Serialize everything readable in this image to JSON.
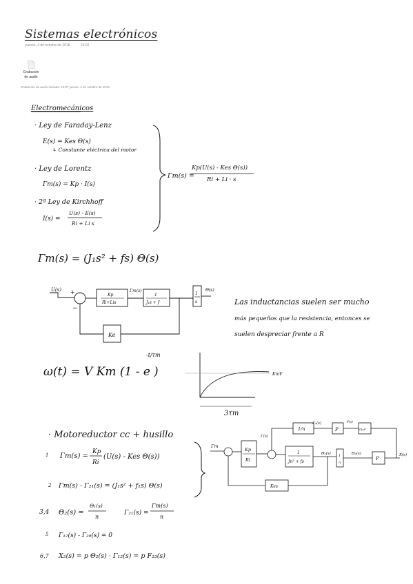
{
  "header": {
    "title": "Sistemas electrónicos",
    "date": "jueves, 4 de octubre de 2018",
    "time": "10:02"
  },
  "attachment": {
    "label_line1": "Grabación",
    "label_line2": "de audio",
    "icon": "audio-file-icon"
  },
  "recording_note": "Grabación de audio iniciada: 10:07 jueves, 4 de octubre de 2018",
  "notes": {
    "heading": "Electromecánicos",
    "faraday": "· Ley de Faraday-Lenz",
    "faraday_eq": "E(s) = Kes Θ(s)",
    "faraday_note": "↳ Constante eléctrica del motor",
    "lorentz": "· Ley de Lorentz",
    "lorentz_eq": "Γm(s) = Kp · I(s)",
    "kirchhoff": "· 2ª Ley de Kirchhoff",
    "kirchhoff_lhs": "I(s) =",
    "kirchhoff_num": "U(s) - E(s)",
    "kirchhoff_den": "Ri + Li s",
    "result_lhs": "Γm(s) =",
    "result_num": "Kp(U(s) - Kes Θ(s))",
    "result_den": "Ri + Li · s",
    "torque_eq": "Γm(s) = (J₁s² + fs) Θ(s)",
    "bd1_in": "U(s)",
    "bd1_plus": "+",
    "bd1_minus": "−",
    "bd1_block1_num": "Kp",
    "bd1_block1_den": "Ri+Lis",
    "bd1_gamma": "Γm(s)",
    "bd1_block2_num": "1",
    "bd1_block2_den": "J₁s + f",
    "bd1_block3_num": "1",
    "bd1_block3_den": "s",
    "bd1_out": "Θ(s)",
    "bd1_feedback": "Ke",
    "remark_line1": "Las inductancias suelen ser mucho",
    "remark_line2": "más pequeños que la resistencia, entonces se",
    "remark_line3": "suelen despreciar frente a R",
    "omega_eq": "ω(t) = V Km (1 - e",
    "omega_exp": "-t/τm",
    "graph_label": "KmV",
    "graph_xlabel": "3τm",
    "motor_title": "· Motoreductor cc + husillo",
    "eq1_num": "1",
    "eq1": "Γm(s) =",
    "eq1_frac_num": "Kp",
    "eq1_frac_den": "Ri",
    "eq1_rest": "(U(s) - Kes Θ(s))",
    "eq2_num": "2",
    "eq2": "Γm(s) - Γ₂₁(s) = (J₁s² + f₁s) Θ(s)",
    "eq34_num": "3,4",
    "eq34a_lhs": "Θ₂(s) =",
    "eq34a_num": "Θ₁(s)",
    "eq34a_den": "n",
    "eq34b_lhs": "Γ₂₁(s) =",
    "eq34b_num": "Γm(s)",
    "eq34b_den": "n",
    "eq5_num": "5",
    "eq5": "Γ₁₂(s) - Γ₂₈(s) = 0",
    "eq67_num": "6,7",
    "eq67": "X₂(s) = p Θ₂(s) · Γ₁₂(s) = p F₂₃(s)",
    "bd2_in": "Γm",
    "bd2_gamma": "Γ(s)",
    "bd2_block1_num": "Kp",
    "bd2_block1_den": "Ri",
    "bd2_block2_num": "1",
    "bd2_block2_den": "Jn² + fs",
    "bd2_theta1": "Θ₁(s)",
    "bd2_block3_num": "1",
    "bd2_block3_den": "n",
    "bd2_theta2": "Θ₂(s)",
    "bd2_p": "P",
    "bd2_out": "X(s)",
    "bd2_feedback_top": "1/n",
    "bd2_gamma2": "Γ₂(s)",
    "bd2_p2": "P",
    "bd2_F": "F(s)",
    "bd2_mr": "m₂s²",
    "bd2_kes": "Kes"
  }
}
